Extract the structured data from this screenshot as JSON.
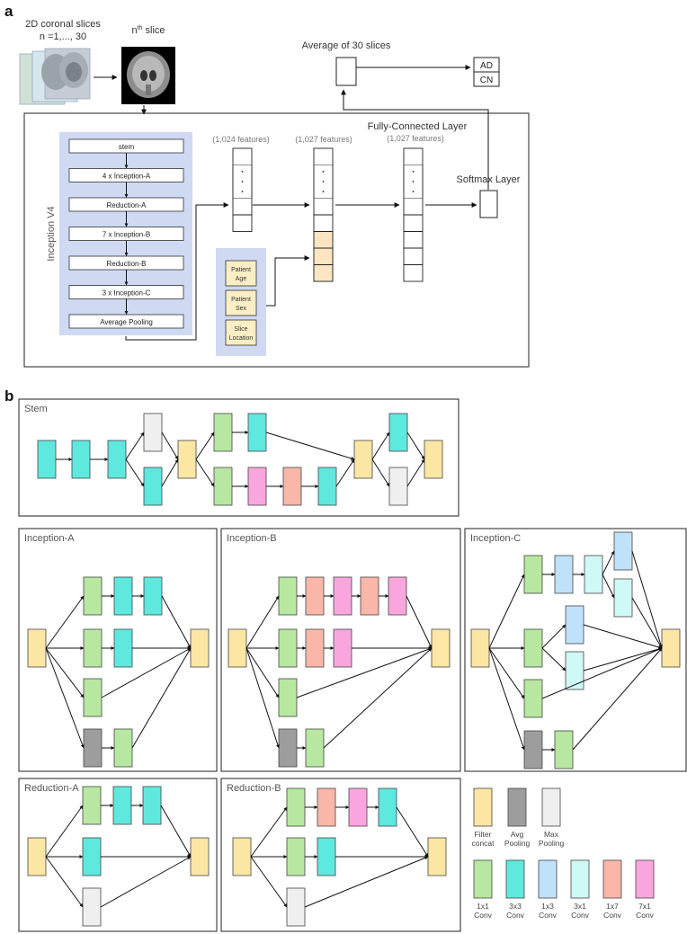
{
  "panel_a": {
    "label": "a",
    "input_title_line1": "2D coronal slices",
    "input_title_line2": "n =1,..., 30",
    "nth_slice": "n",
    "nth_slice_sup": "th",
    "nth_slice_rest": " slice",
    "average_title": "Average of 30 slices",
    "outputs": [
      "AD",
      "CN"
    ],
    "inception_title": "Inception V4",
    "inception_blocks": [
      "stem",
      "4 x Inception-A",
      "Reduction-A",
      "7 x Inception-B",
      "Reduction-B",
      "3 x Inception-C",
      "Average Pooling"
    ],
    "features_1": "(1,024 features)",
    "features_2": "(1,027 features)",
    "fc_title": "Fully-Connected Layer",
    "features_3": "(1,027 features)",
    "softmax_title": "Softmax Layer",
    "extra_inputs": [
      {
        "line1": "Patient",
        "line2": "Age"
      },
      {
        "line1": "Patient",
        "line2": "Sex"
      },
      {
        "line1": "Slice",
        "line2": "Location"
      }
    ]
  },
  "panel_b": {
    "label": "b",
    "modules": [
      "Stem",
      "Inception-A",
      "Inception-B",
      "Inception-C",
      "Reduction-A",
      "Reduction-B"
    ],
    "legend": [
      {
        "line1": "Filter",
        "line2": "concat",
        "color": "#FBE6A4"
      },
      {
        "line1": "Avg",
        "line2": "Pooling",
        "color": "#9D9D9D"
      },
      {
        "line1": "Max",
        "line2": "Pooling",
        "color": "#EFEFEF"
      },
      {
        "line1": "1x1",
        "line2": "Conv",
        "color": "#B7E7A1"
      },
      {
        "line1": "3x3",
        "line2": "Conv",
        "color": "#5EE8DE"
      },
      {
        "line1": "1x3",
        "line2": "Conv",
        "color": "#BFE2FA"
      },
      {
        "line1": "3x1",
        "line2": "Conv",
        "color": "#CFF9F5"
      },
      {
        "line1": "1x7",
        "line2": "Conv",
        "color": "#F9B7A9"
      },
      {
        "line1": "7x1",
        "line2": "Conv",
        "color": "#F9A6DE"
      }
    ]
  },
  "colors": {
    "panel_bg": "#CFD9F2",
    "feature_highlight": "#FBE6C1",
    "extra_box": "#FBEEC4"
  }
}
